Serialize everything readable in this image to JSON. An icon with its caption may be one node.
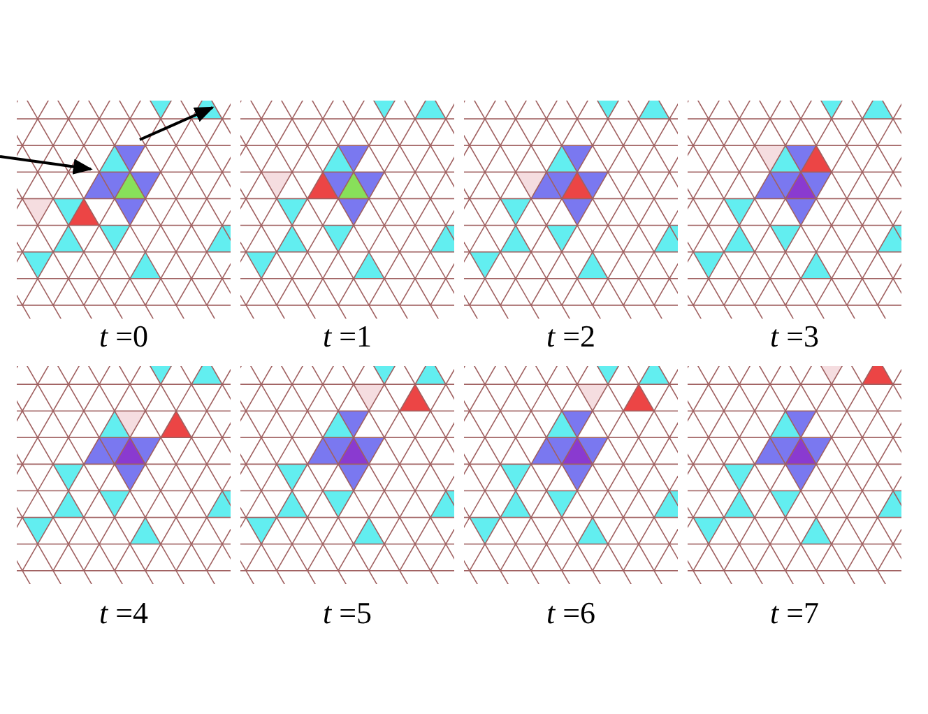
{
  "diagram": {
    "labels": [
      "*t* =0",
      "*t* =1",
      "*t* =2",
      "*t* =3",
      "*t* =4",
      "*t* =5",
      "*t* =6",
      "*t* =7"
    ]
  }
}
